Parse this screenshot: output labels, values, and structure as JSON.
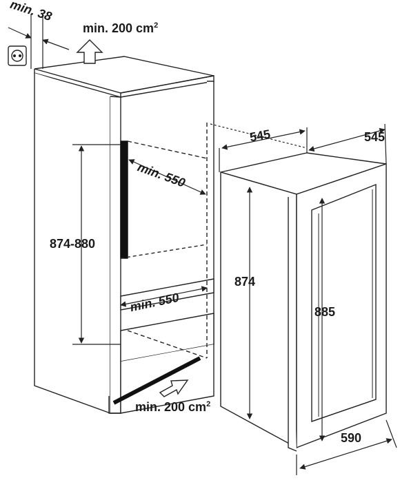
{
  "diagram": {
    "labels": {
      "min_38": "min. 38",
      "vent_top": "min. 200 cm",
      "vent_bottom": "min. 200 cm",
      "cm2_sup": "2",
      "min_550_top": "min. 550",
      "min_550_bottom": "min. 550",
      "niche_height": "874-880",
      "depth_545_a": "545",
      "depth_545_b": "545",
      "height_874": "874",
      "height_885": "885",
      "width_590": "590"
    },
    "icons": [
      "power-socket-icon",
      "air-flow-arrow-up-icon",
      "air-flow-arrow-right-icon"
    ]
  }
}
